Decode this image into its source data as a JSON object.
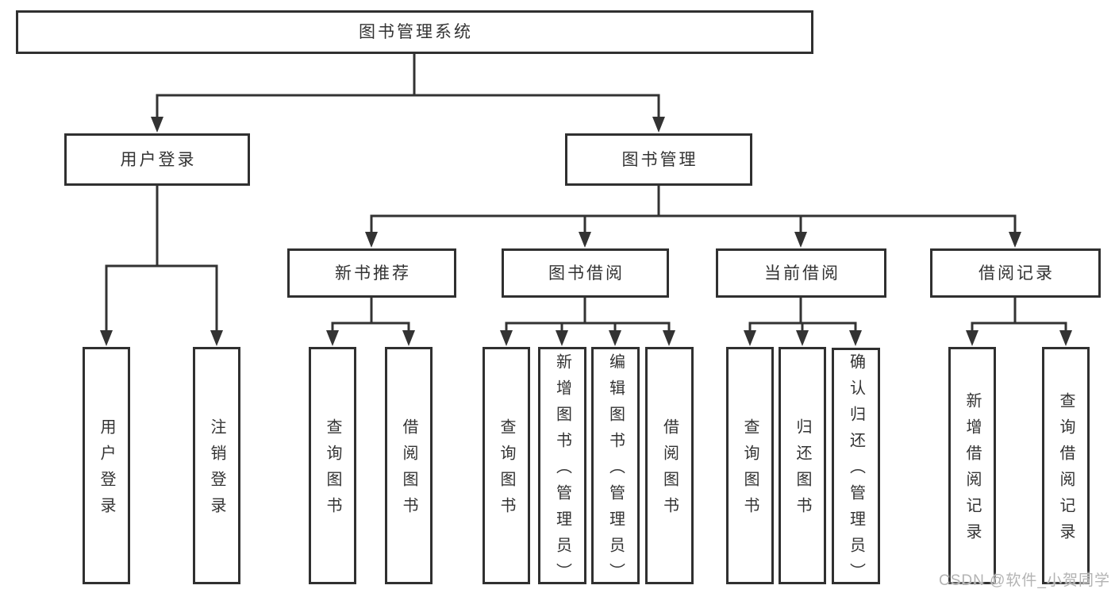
{
  "diagram": {
    "root": {
      "label": "图书管理系统"
    },
    "level2": [
      {
        "label": "用户登录",
        "children": [
          {
            "label": "用户登录"
          },
          {
            "label": "注销登录"
          }
        ]
      },
      {
        "label": "图书管理",
        "children": [
          {
            "label": "新书推荐",
            "children": [
              {
                "label": "查询图书"
              },
              {
                "label": "借阅图书"
              }
            ]
          },
          {
            "label": "图书借阅",
            "children": [
              {
                "label": "查询图书"
              },
              {
                "label": "新增图书（管理员）"
              },
              {
                "label": "编辑图书（管理员）"
              },
              {
                "label": "借阅图书"
              }
            ]
          },
          {
            "label": "当前借阅",
            "children": [
              {
                "label": "查询图书"
              },
              {
                "label": "归还图书"
              },
              {
                "label": "确认归还（管理员）"
              }
            ]
          },
          {
            "label": "借阅记录",
            "children": [
              {
                "label": "新增借阅记录"
              },
              {
                "label": "查询借阅记录"
              }
            ]
          }
        ]
      }
    ]
  },
  "watermark": {
    "text": "CSDN @软件_小贺同学",
    "color": "#b3b3b3"
  },
  "colors": {
    "line": "#333333",
    "box_border": "#303030",
    "text": "#333333",
    "background": "#ffffff"
  }
}
